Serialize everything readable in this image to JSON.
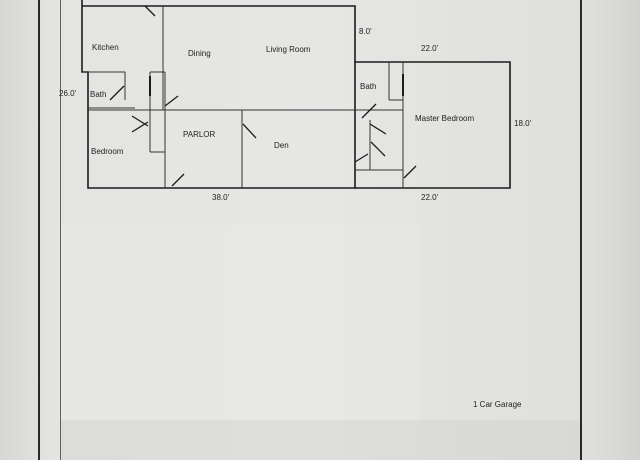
{
  "rooms": {
    "kitchen": "Kitchen",
    "dining": "Dining",
    "living_room": "Living Room",
    "bath_left": "Bath",
    "parlor": "PARLOR",
    "bedroom": "Bedroom",
    "den": "Den",
    "bath_right": "Bath",
    "master_bedroom": "Master Bedroom",
    "garage": "1 Car Garage"
  },
  "dimensions": {
    "offset_top": "8.0'",
    "right_width_top": "22.0'",
    "left_height": "26.0'",
    "right_height": "18.0'",
    "left_width_bottom": "38.0'",
    "right_width_bottom": "22.0'"
  }
}
